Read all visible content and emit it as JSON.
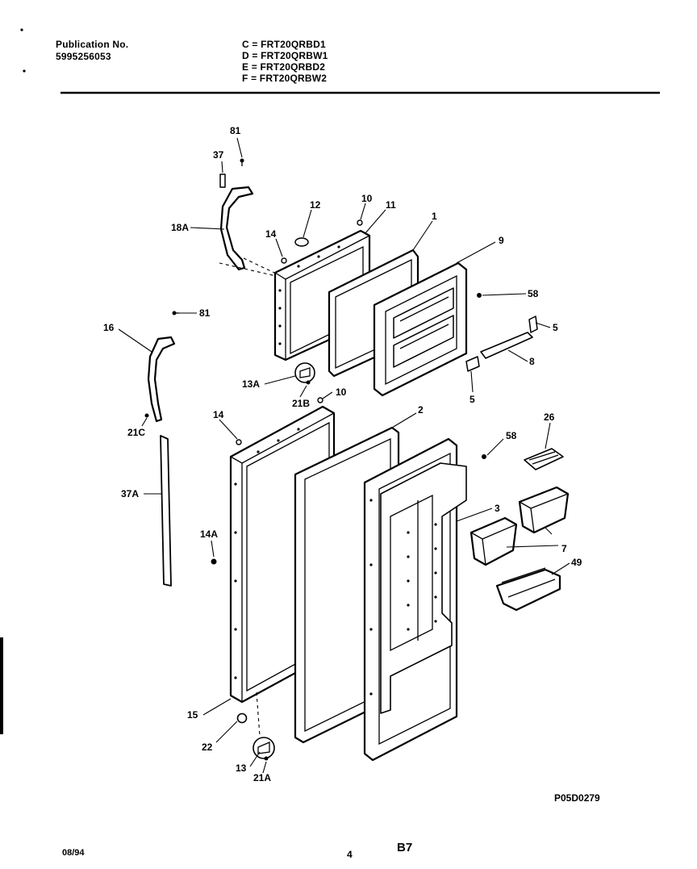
{
  "header": {
    "publication_label": "Publication No.",
    "publication_number": "5995256053",
    "models": [
      "C = FRT20QRBD1",
      "D = FRT20QRBW1",
      "E = FRT20QRBD2",
      "F = FRT20QRBW2"
    ]
  },
  "callouts": {
    "c81a": "81",
    "c37": "37",
    "c18a": "18A",
    "c12": "12",
    "c14a": "14",
    "c10a": "10",
    "c11": "11",
    "c1": "1",
    "c9": "9",
    "c58a": "58",
    "c5a": "5",
    "c8": "8",
    "c5b": "5",
    "c81b": "81",
    "c16": "16",
    "c13a": "13A",
    "c21b": "21B",
    "c10b": "10",
    "c14b": "14",
    "c2": "2",
    "c21c": "21C",
    "c58b": "58",
    "c26": "26",
    "c37a": "37A",
    "c3": "3",
    "c14A": "14A",
    "c7": "7",
    "c49": "49",
    "c15": "15",
    "c22": "22",
    "c13": "13",
    "c21a": "21A"
  },
  "figure_code": "P05D0279",
  "footer": {
    "date": "08/94",
    "page": "4",
    "section": "B7"
  }
}
